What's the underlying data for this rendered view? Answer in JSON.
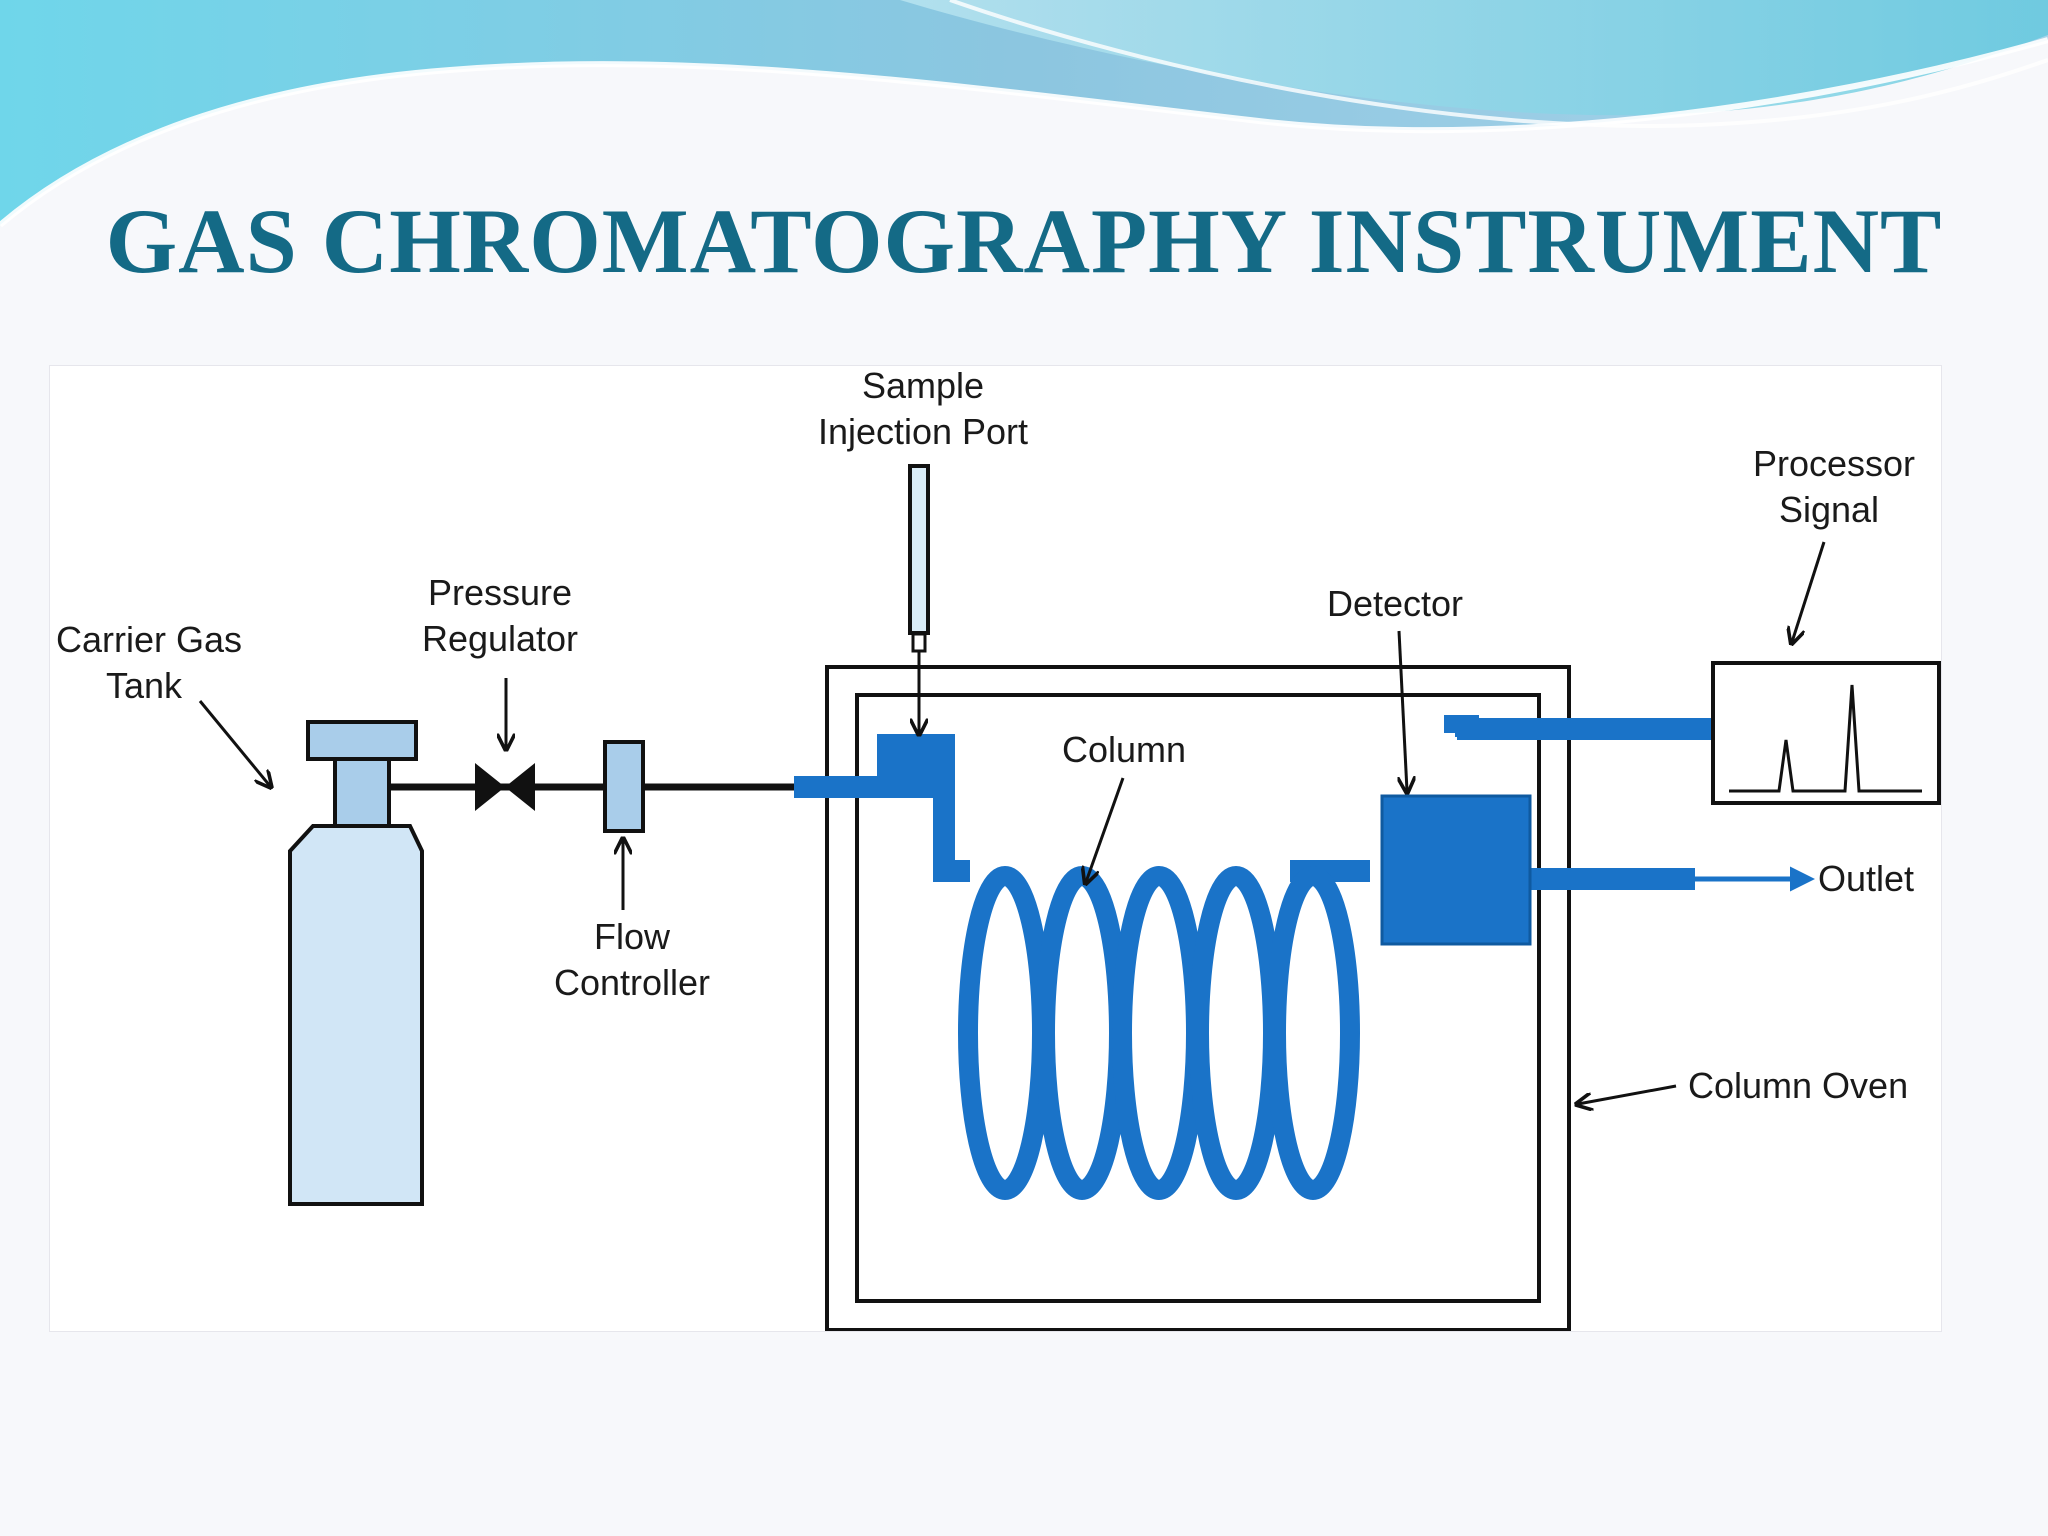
{
  "slide": {
    "title": "GAS CHROMATOGRAPHY INSTRUMENT"
  },
  "diagram": {
    "labels": {
      "carrier_gas_tank": [
        "Carrier Gas",
        "Tank"
      ],
      "pressure_regulator": [
        "Pressure",
        "Regulator"
      ],
      "flow_controller": [
        "Flow",
        "Controller"
      ],
      "sample_injection_port": [
        "Sample",
        "Injection Port"
      ],
      "column": "Column",
      "detector": "Detector",
      "processor_signal": [
        "Processor",
        "Signal"
      ],
      "outlet": "Outlet",
      "column_oven": "Column Oven"
    },
    "colors": {
      "title": "#146a86",
      "flow_blue": "#1a73c8",
      "tank_fill": "#d1e6f6",
      "outline": "#111111"
    }
  }
}
